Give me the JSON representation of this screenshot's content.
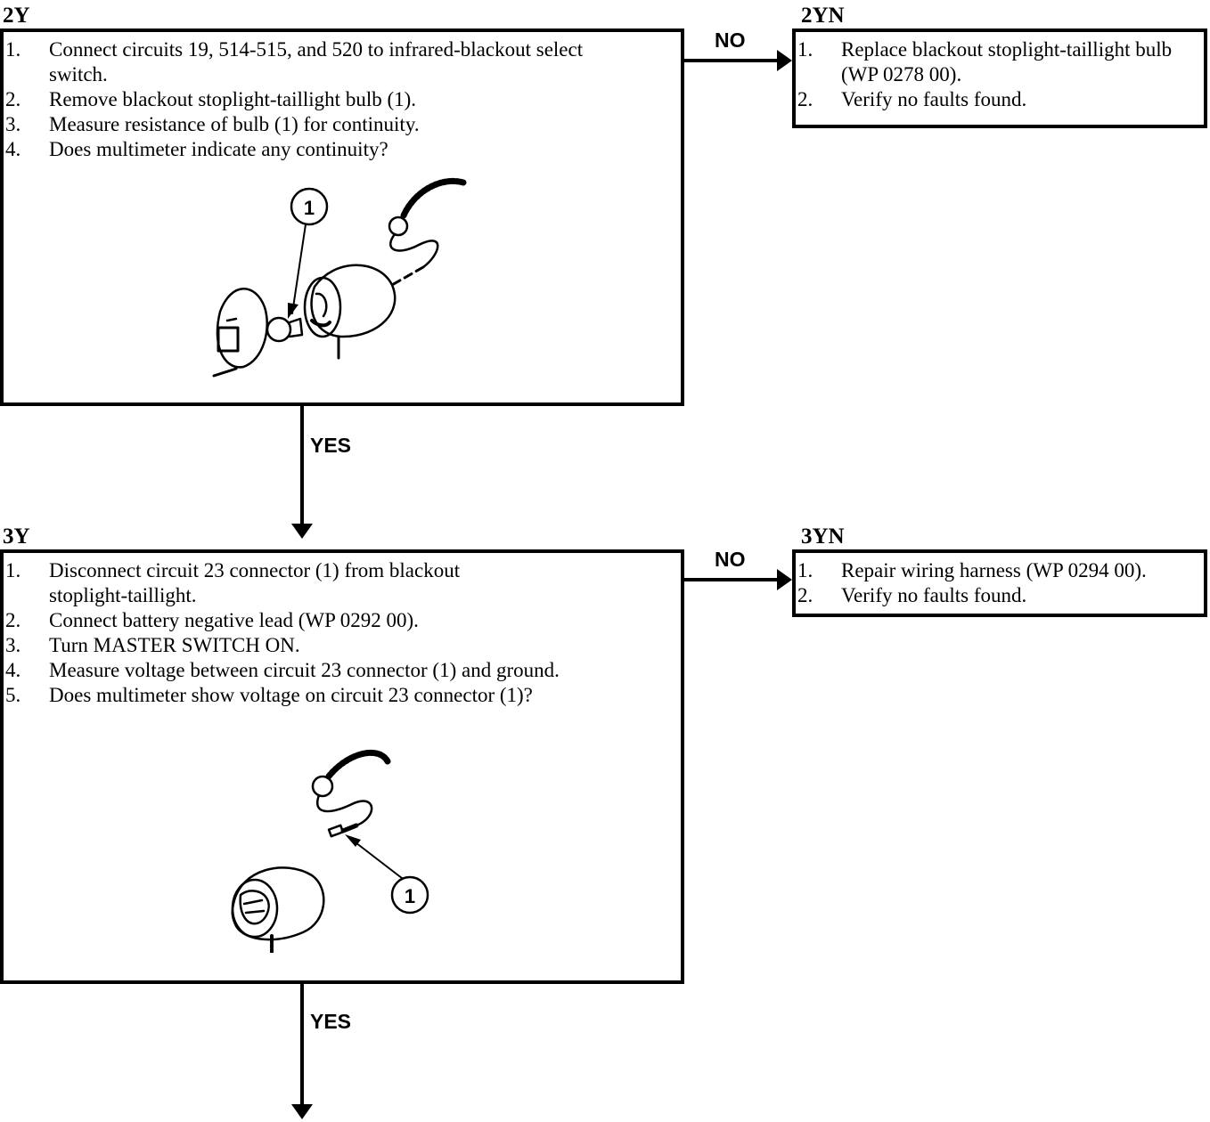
{
  "steps": {
    "2Y": {
      "label": "2Y",
      "items": [
        {
          "num": "1.",
          "text": "Connect circuits 19, 514-515, and 520 to infrared-blackout select switch."
        },
        {
          "num": "2.",
          "text": "Remove blackout stoplight-taillight bulb (1)."
        },
        {
          "num": "3.",
          "text": "Measure resistance of bulb (1) for continuity."
        },
        {
          "num": "4.",
          "text": "Does multimeter indicate any continuity?"
        }
      ],
      "callout": "1"
    },
    "2YN": {
      "label": "2YN",
      "items": [
        {
          "num": "1.",
          "text": "Replace blackout stoplight-taillight bulb (WP 0278 00)."
        },
        {
          "num": "2.",
          "text": "Verify no faults found."
        }
      ]
    },
    "3Y": {
      "label": "3Y",
      "items": [
        {
          "num": "1.",
          "text": "Disconnect circuit 23 connector (1) from blackout stoplight-taillight."
        },
        {
          "num": "2.",
          "text": "Connect battery negative lead (WP 0292 00)."
        },
        {
          "num": "3.",
          "text": "Turn MASTER SWITCH ON."
        },
        {
          "num": "4.",
          "text": "Measure voltage between circuit 23 connector (1) and ground."
        },
        {
          "num": "5.",
          "text": "Does multimeter show voltage on circuit 23 connector (1)?"
        }
      ],
      "callout": "1"
    },
    "3YN": {
      "label": "3YN",
      "items": [
        {
          "num": "1.",
          "text": "Repair wiring harness (WP 0294 00)."
        },
        {
          "num": "2.",
          "text": "Verify no faults found."
        }
      ]
    }
  },
  "connectors": {
    "no_2y": "NO",
    "yes_2y": "YES",
    "no_3y": "NO",
    "yes_3y": "YES"
  }
}
